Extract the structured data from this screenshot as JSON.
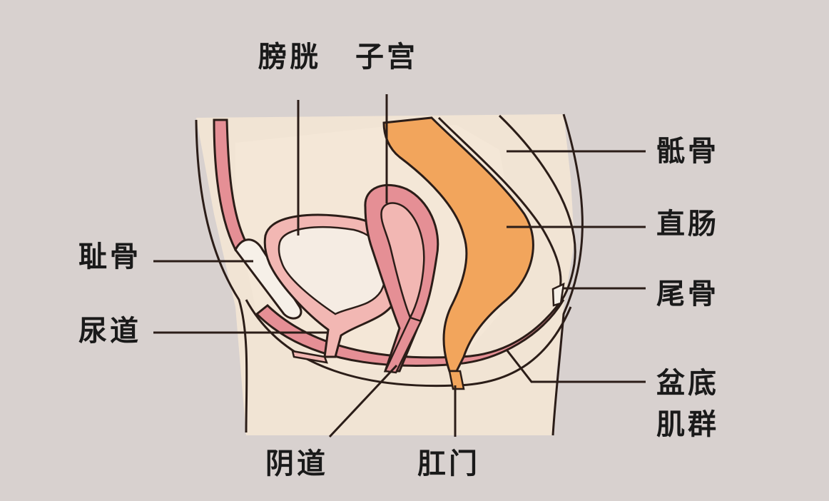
{
  "labels": {
    "bladder": "膀胱",
    "uterus": "子宫",
    "sacrum": "骶骨",
    "rectum": "直肠",
    "coccyx": "尾骨",
    "pelvic_floor_muscles": "盆底肌群",
    "pubis": "耻骨",
    "urethra": "尿道",
    "vagina": "阴道",
    "anus": "肛门"
  },
  "colors": {
    "background": "#d8d1cf",
    "body_fill": "#f1e4d4",
    "tissue_pink": "#e58f95",
    "tissue_light": "#f2b7b3",
    "rectum_orange": "#f2a55c",
    "outline": "#2b1d18"
  }
}
